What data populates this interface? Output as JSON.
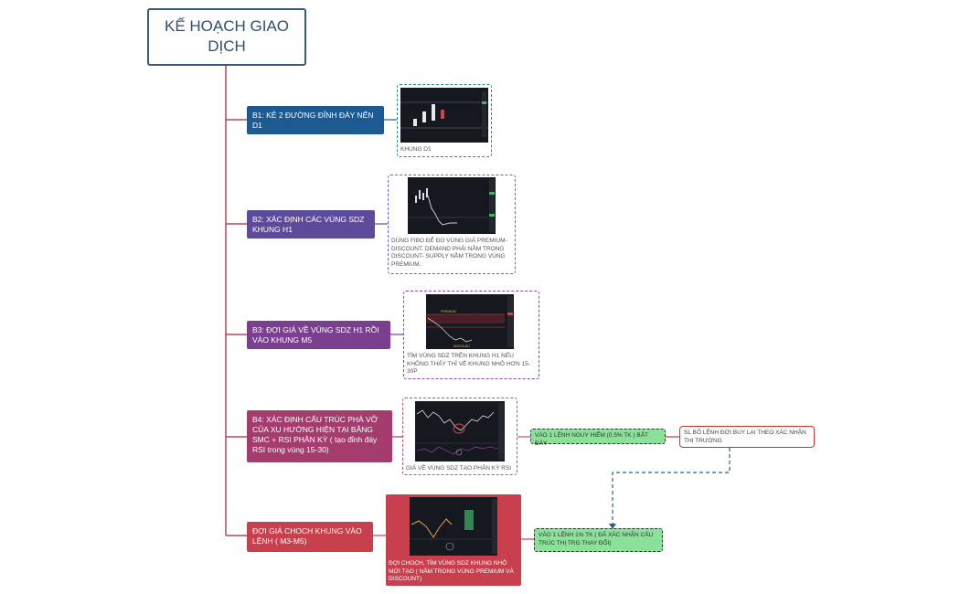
{
  "title": "KẾ HOẠCH GIAO DỊCH",
  "steps": [
    {
      "label": "B1: KẺ 2 ĐƯỜNG ĐỈNH ĐÁY NẾN D1",
      "color": "#1d5a92"
    },
    {
      "label": "B2: XÁC ĐỊNH CÁC VÙNG SDZ KHUNG H1",
      "color": "#5e4a9a"
    },
    {
      "label": "B3: ĐỢI GIÁ VỀ VÙNG SDZ H1 RỒI VÀO KHUNG M5",
      "color": "#7a3f8e"
    },
    {
      "label": "B4: XÁC ĐỊNH CẤU TRÚC PHÁ VỠ CỦA XU HƯỚNG HIỆN TẠI BẰNG SMC + RSI PHÂN KỲ ( tạo đỉnh đáy RSI trong vùng 15-30)",
      "color": "#a43c6e"
    },
    {
      "label": "ĐỢI GIÁ CHOCH KHUNG VÀO LỆNH ( M3-M5)",
      "color": "#c8404e"
    }
  ],
  "notes": [
    {
      "caption": "KHUNG D1",
      "color": "#2d8c8c"
    },
    {
      "caption": "DÙNG FIBO ĐỂ ĐO VÙNG GIÁ PREMIUM-DISCOUNT. DEMAND PHẢI NẰM TRONG DISCOUNT- SUPPLY NẰM TRONG VÙNG PREMIUM.",
      "color": "#7b5cc4"
    },
    {
      "caption": "TÌM VÙNG SDZ TRÊN KHUNG H1 NẾU KHÔNG THẤY THÌ VỀ KHUNG NHỎ HƠN 15-30P",
      "color": "#8a4aa0"
    },
    {
      "caption": "GIÁ VỀ VÙNG SDZ TẠO PHÂN KỲ RSI",
      "color": "#c0507a"
    },
    {
      "caption": "ĐỢI CHOCH, TÌM VÙNG SDZ KHUNG NHỎ MỚI TẠO ( NẰM TRONG VÙNG PREMIUM VÀ DISCOUNT)",
      "color": "#c8404e"
    }
  ],
  "extras": {
    "b4_green": "VÀO 1 LỆNH NGUY HIỂM (0.5% TK ) BẮT ĐÁY",
    "b4_red": "SL BỎ LỆNH ĐỢI BUY LẠI THEO XÁC NHẬN THỊ TRƯỜNG",
    "b5_green": "VÀO 1 LỆNH 1% TK ( ĐÃ XÁC NHẬN CẤU TRÚC THỊ TRG THAY ĐỔI)"
  },
  "chart_labels": {
    "b3_premium": "PREMIUM",
    "b3_discount": "DISCOUNT"
  },
  "colors": {
    "trunk": "#b0485a",
    "root_border": "#3a5a7a",
    "green_fill": "#8be19a",
    "link_blue": "#2a5d8f"
  }
}
